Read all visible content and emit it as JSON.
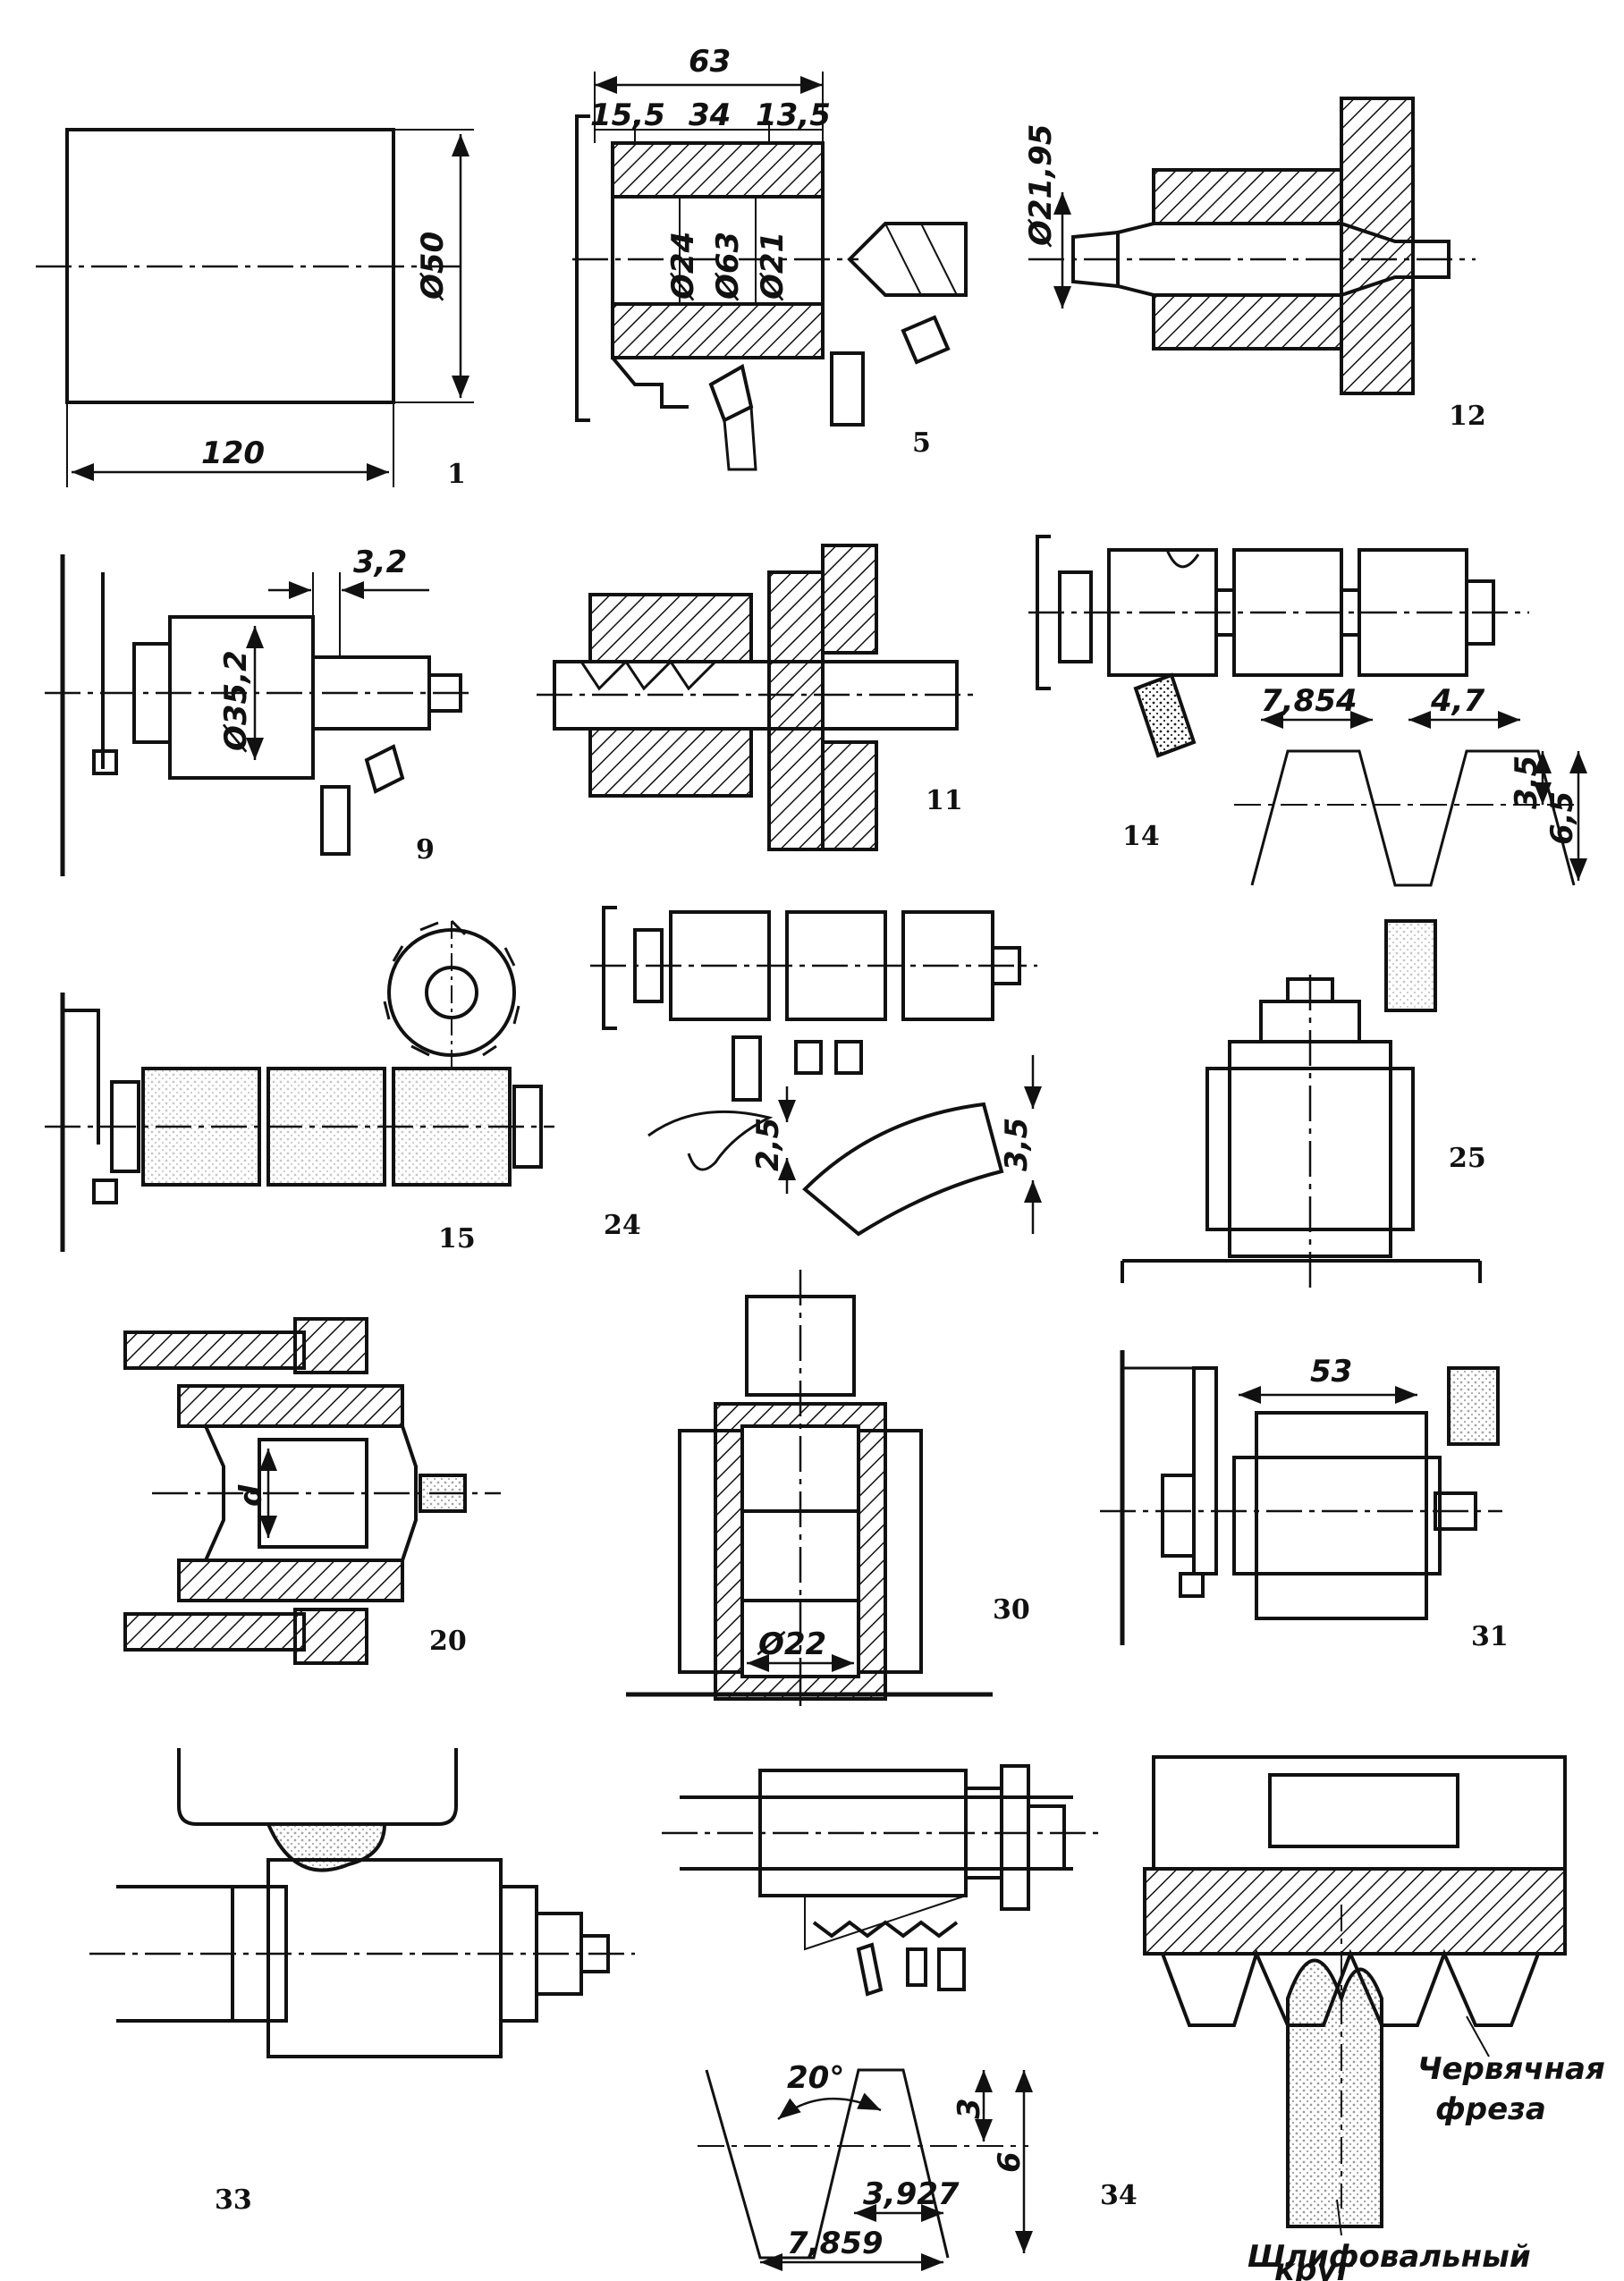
{
  "figures": [
    {
      "number": "1",
      "dims": [
        "120",
        "Ø50"
      ]
    },
    {
      "number": "5",
      "dims": [
        "63",
        "15,5",
        "34",
        "13,5",
        "Ø24",
        "Ø63",
        "Ø21"
      ]
    },
    {
      "number": "12",
      "dims": [
        "Ø21,95"
      ]
    },
    {
      "number": "9",
      "dims": [
        "3,2",
        "Ø35,2"
      ]
    },
    {
      "number": "11",
      "dims": []
    },
    {
      "number": "14",
      "dims": [
        "7,854",
        "4,7",
        "3,5",
        "6,5"
      ]
    },
    {
      "number": "15",
      "dims": []
    },
    {
      "number": "24",
      "dims": [
        "2,5",
        "3,5"
      ]
    },
    {
      "number": "25",
      "dims": []
    },
    {
      "number": "20",
      "dims": [
        "d"
      ]
    },
    {
      "number": "30",
      "dims": [
        "Ø22"
      ]
    },
    {
      "number": "31",
      "dims": [
        "53"
      ]
    },
    {
      "number": "33",
      "dims": []
    },
    {
      "number": "34",
      "dims": [
        "20°",
        "3",
        "6",
        "3,927",
        "7,859"
      ]
    }
  ],
  "labels": {
    "worm_cutter_line1": "Червячная",
    "worm_cutter_line2": "фреза",
    "grinding_wheel_line1": "Шлифовальный",
    "grinding_wheel_line2": "круг"
  }
}
